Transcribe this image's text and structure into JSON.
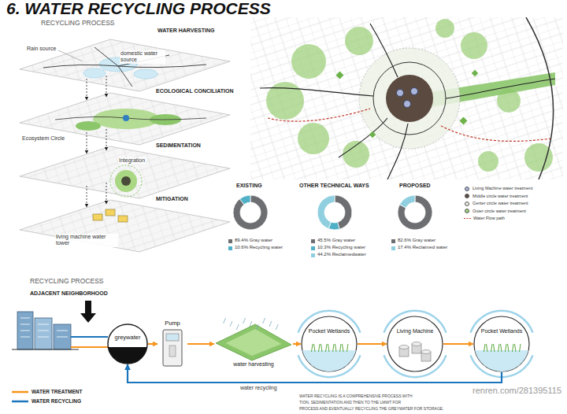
{
  "diagram": {
    "title": "6. WATER RECYCLING PROCESS",
    "nodes": [
      {
        "text": [
          "greywater"
        ]
      },
      {
        "text": [
          "Pump"
        ]
      },
      {
        "text": [
          "water harvesting"
        ]
      },
      {
        "text": [
          "Pocket Wetlands"
        ]
      },
      {
        "text": [
          "Living Machine"
        ]
      },
      {
        "text": [
          "Pocket Wetlands"
        ]
      }
    ],
    "edges": [
      {
        "from": 0,
        "to": 1,
        "arrow": "to"
      },
      {
        "from": 1,
        "to": 2,
        "arrow": "to"
      },
      {
        "from": 2,
        "to": 3,
        "arrow": "to"
      },
      {
        "from": 3,
        "to": 4,
        "arrow": "to"
      },
      {
        "from": 4,
        "to": 5,
        "arrow": "to"
      },
      {
        "from": 5,
        "to": 0,
        "label": "water recycling",
        "arrow": "to"
      }
    ],
    "labels": [
      "RECYCLING PROCESS",
      "WATER HARVESTING",
      "Rain source",
      "domestic water source",
      "ECOLOGICAL CONCILIATION",
      "Ecosystem Circle",
      "SEDIMENTATION",
      "Integration",
      "MITIGATION",
      "living machine water tower",
      "EXISTING",
      "OTHER TECHNICAL WAYS",
      "PROPOSED",
      "RECYCLING PROCESS",
      "ADJACENT NEIGHBORHOOD",
      "WATER RECYCLING IS A COMPREHENSIVE PROCESS WITH",
      "TION, SEDIMENTATION AND THEN TO THE LMWT FOR",
      "PROCESS AND EVENTUALLY RECYCLING THE GREYWATER FOR STORAGE.",
      "renren.com/281395115"
    ],
    "legend": [
      {
        "text": "Living Machine water treatment",
        "color": "#aab4d8"
      },
      {
        "text": "Middle circle water treatment",
        "color": "#5b4a3f"
      },
      {
        "text": "Center circle water treatment",
        "color": "#e8efe0"
      },
      {
        "text": "Outer circle water treatment",
        "color": "#9fd17d"
      },
      {
        "text": "Water Flow path"
      },
      {
        "text": "89.4% Gray water",
        "color": "#6d6e71"
      },
      {
        "text": "10.6% Recycling water",
        "color": "#4fb0c6"
      },
      {
        "text": "45.5% Gray water",
        "color": "#6d6e71"
      },
      {
        "text": "10.3% Recycling water",
        "color": "#4fb0c6"
      },
      {
        "text": "44.2% Reclaimedwater",
        "color": "#8fcfdf"
      },
      {
        "text": "82.6% Gray water",
        "color": "#6d6e71"
      },
      {
        "text": "17.4% Reclaimed water",
        "color": "#8fcfdf"
      },
      {
        "text": "WATER TREATMENT"
      },
      {
        "text": "WATER RECYCLING"
      }
    ]
  }
}
